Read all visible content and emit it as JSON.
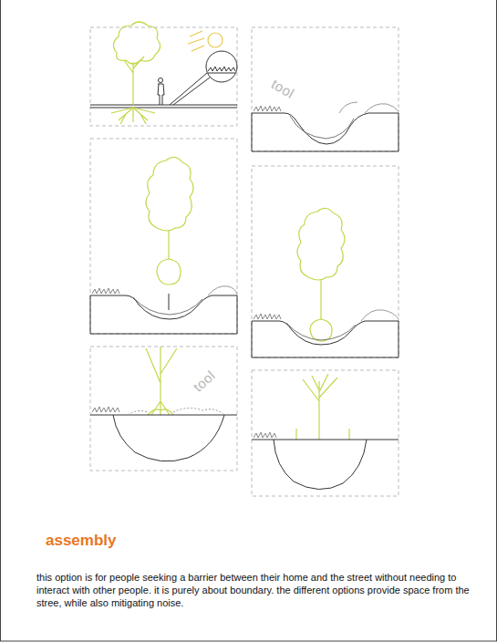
{
  "diagram": {
    "title": "assembly",
    "caption": "this option is for people seeking a barrier between their home and the street without needing to interact with other people. it is purely about boundary. the different options provide space from the stree, while also mitigating noise.",
    "labels": [
      "tool",
      "tool"
    ]
  }
}
